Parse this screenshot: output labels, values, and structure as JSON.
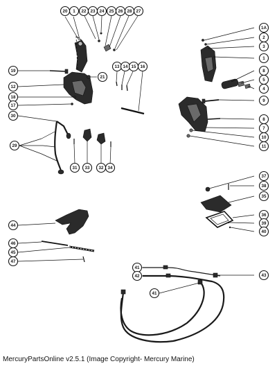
{
  "caption": "MercuryPartsOnline v2.5.1 (Image Copyright- Mercury Marine)",
  "callouts": [
    {
      "id": "c20",
      "label": "20"
    },
    {
      "id": "c1a",
      "label": "1"
    },
    {
      "id": "c22",
      "label": "22"
    },
    {
      "id": "c23",
      "label": "23"
    },
    {
      "id": "c24",
      "label": "24"
    },
    {
      "id": "c25",
      "label": "25"
    },
    {
      "id": "c26",
      "label": "26"
    },
    {
      "id": "c28",
      "label": "28"
    },
    {
      "id": "c27",
      "label": "27"
    },
    {
      "id": "c1A",
      "label": "1A"
    },
    {
      "id": "c2",
      "label": "2"
    },
    {
      "id": "c3",
      "label": "3"
    },
    {
      "id": "c1b",
      "label": "1"
    },
    {
      "id": "c19",
      "label": "19"
    },
    {
      "id": "c21",
      "label": "21"
    },
    {
      "id": "c13",
      "label": "13"
    },
    {
      "id": "c14",
      "label": "14"
    },
    {
      "id": "c15",
      "label": "15"
    },
    {
      "id": "c16",
      "label": "16"
    },
    {
      "id": "c8a",
      "label": "8"
    },
    {
      "id": "c5",
      "label": "5"
    },
    {
      "id": "c4",
      "label": "4"
    },
    {
      "id": "c12",
      "label": "12"
    },
    {
      "id": "c18",
      "label": "18"
    },
    {
      "id": "c17",
      "label": "17"
    },
    {
      "id": "c9",
      "label": "9"
    },
    {
      "id": "c30",
      "label": "30"
    },
    {
      "id": "c8b",
      "label": "8"
    },
    {
      "id": "c7",
      "label": "7"
    },
    {
      "id": "c10",
      "label": "10"
    },
    {
      "id": "c11",
      "label": "11"
    },
    {
      "id": "c29",
      "label": "29"
    },
    {
      "id": "c31",
      "label": "31"
    },
    {
      "id": "c33",
      "label": "33"
    },
    {
      "id": "c32",
      "label": "32"
    },
    {
      "id": "c34",
      "label": "34"
    },
    {
      "id": "c37",
      "label": "37"
    },
    {
      "id": "c38",
      "label": "38"
    },
    {
      "id": "c35",
      "label": "35"
    },
    {
      "id": "c36",
      "label": "36"
    },
    {
      "id": "c39",
      "label": "39"
    },
    {
      "id": "c40",
      "label": "40"
    },
    {
      "id": "c44",
      "label": "44"
    },
    {
      "id": "c46",
      "label": "46"
    },
    {
      "id": "c45",
      "label": "45"
    },
    {
      "id": "c47",
      "label": "47"
    },
    {
      "id": "c41",
      "label": "41"
    },
    {
      "id": "c42",
      "label": "42"
    },
    {
      "id": "c43",
      "label": "43"
    },
    {
      "id": "c41b",
      "label": "41"
    }
  ]
}
